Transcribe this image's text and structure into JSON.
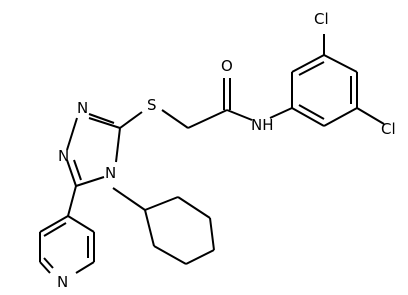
{
  "structure": {
    "atom_labels": {
      "oxygen": "O",
      "sulfur": "S",
      "amide_nh": "NH",
      "chlorine_top": "Cl",
      "chlorine_right": "Cl",
      "triazole_n1": "N",
      "triazole_n2": "N",
      "triazole_n4": "N",
      "pyridine_n": "N"
    },
    "colors": {
      "bond": "#000000",
      "label": "#000000",
      "background": "#ffffff"
    }
  }
}
